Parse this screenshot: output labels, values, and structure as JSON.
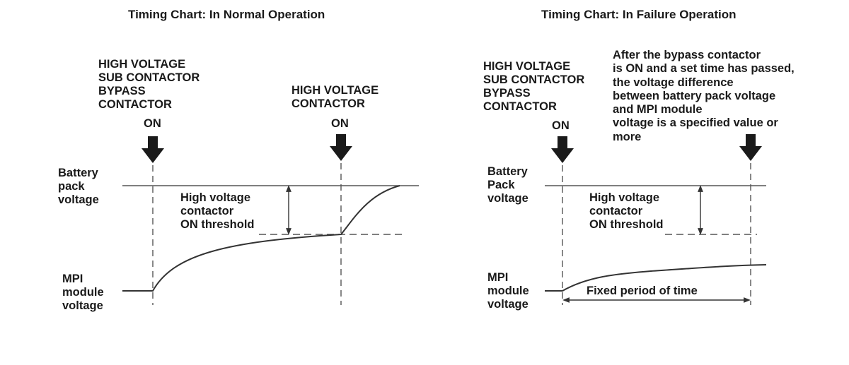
{
  "left": {
    "title": "Timing Chart: In Normal Operation",
    "first_contactor": "HIGH VOLTAGE\nSUB CONTACTOR\nBYPASS\nCONTACTOR",
    "first_on": "ON",
    "second_contactor": "HIGH VOLTAGE\nCONTACTOR",
    "second_on": "ON",
    "battery_label": "Battery\npack\nvoltage",
    "threshold_label": "High voltage\ncontactor\nON threshold",
    "mpi_label": "MPI\nmodule\nvoltage"
  },
  "right": {
    "title": "Timing Chart: In Failure Operation",
    "first_contactor": "HIGH VOLTAGE\nSUB CONTACTOR\nBYPASS\nCONTACTOR",
    "first_on": "ON",
    "failure_note": "After the bypass contactor\nis ON and a set time has passed,\nthe voltage difference\nbetween battery pack voltage\nand MPI module\nvoltage is a specified value or\nmore",
    "battery_label": "Battery\nPack\nvoltage",
    "threshold_label": "High voltage\ncontactor\nON threshold",
    "mpi_label": "MPI\nmodule\nvoltage",
    "period_label": "Fixed period of time"
  },
  "colors": {
    "line": "#555555",
    "arrow": "#1a1a1a",
    "text": "#1a1a1a"
  }
}
